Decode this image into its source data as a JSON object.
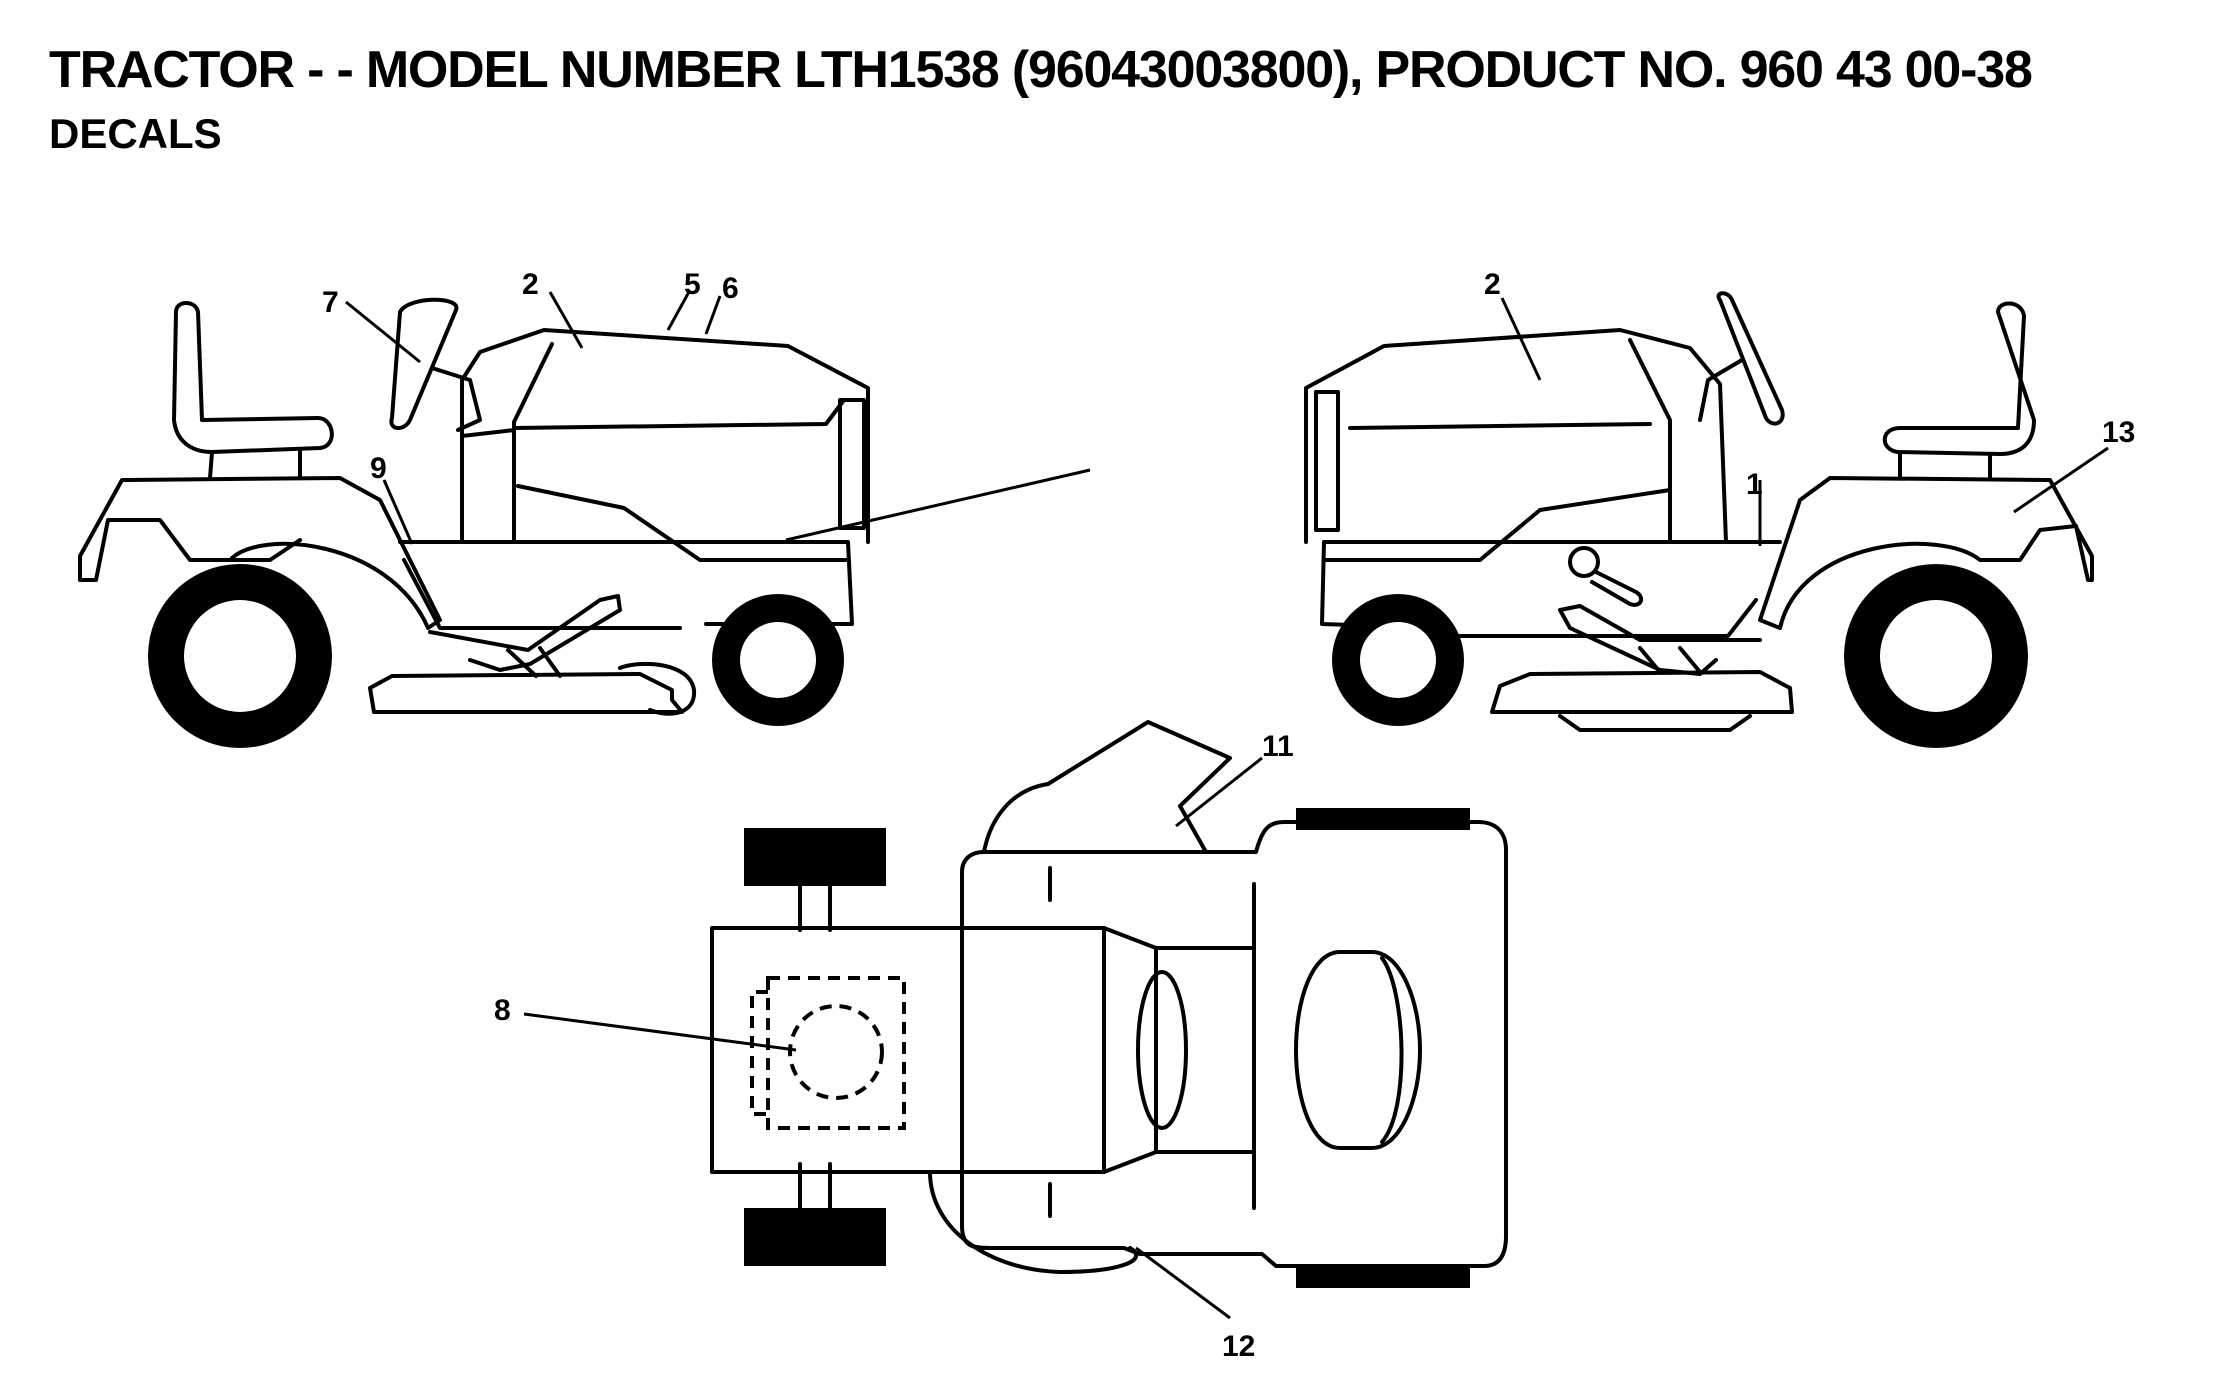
{
  "header": {
    "title": "TRACTOR - - MODEL NUMBER LTH1538 (96043003800), PRODUCT NO. 960 43 00-38",
    "subtitle": "DECALS"
  },
  "callouts": {
    "left_side": [
      "7",
      "2",
      "5",
      "6",
      "9"
    ],
    "right_side": [
      "2",
      "1",
      "13"
    ],
    "top_view": [
      "11",
      "8",
      "12"
    ]
  }
}
